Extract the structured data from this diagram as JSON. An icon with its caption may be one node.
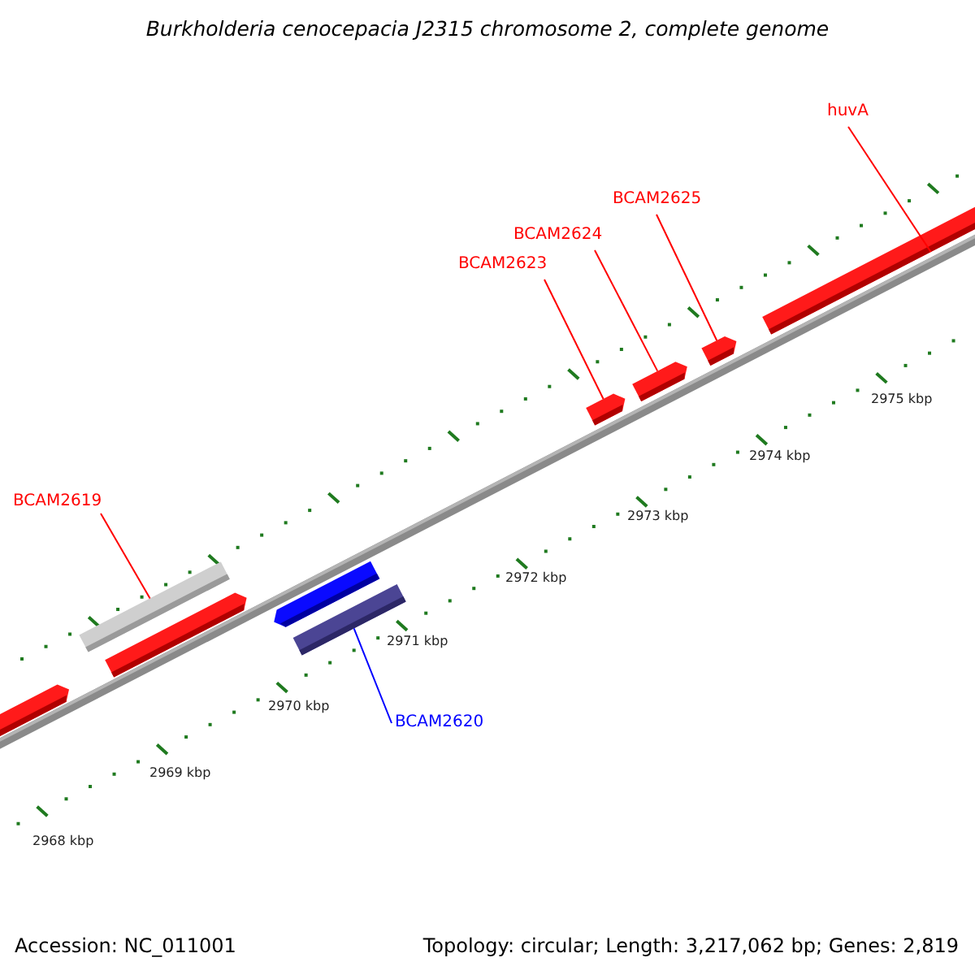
{
  "diagram": {
    "title": "Burkholderia cenocepacia J2315 chromosome 2, complete genome",
    "nodes": [
      {
        "text": [
          "huvA"
        ]
      },
      {
        "text": [
          "BCAM2625"
        ]
      },
      {
        "text": [
          "BCAM2624"
        ]
      },
      {
        "text": [
          "BCAM2623"
        ]
      },
      {
        "text": [
          "BCAM2619"
        ]
      },
      {
        "text": [
          "BCAM2620"
        ]
      },
      {
        "text": [],
        "shape": "bar"
      },
      {
        "text": [],
        "shape": "bar"
      },
      {
        "text": [],
        "shape": "bar"
      },
      {
        "text": [],
        "shape": "bar"
      },
      {
        "text": [],
        "shape": "bar"
      },
      {
        "text": [],
        "shape": "bar"
      },
      {
        "text": [],
        "shape": "bar"
      },
      {
        "text": [],
        "shape": "bar"
      },
      {
        "text": [],
        "shape": "bar"
      }
    ],
    "edges": [
      {
        "from": 0,
        "to": 14,
        "arrow": "none"
      },
      {
        "from": 1,
        "to": 13,
        "arrow": "none"
      },
      {
        "from": 2,
        "to": 12,
        "arrow": "none"
      },
      {
        "from": 3,
        "to": 11,
        "arrow": "none"
      },
      {
        "from": 4,
        "to": 7,
        "arrow": "none"
      },
      {
        "from": 5,
        "to": 10,
        "arrow": "none",
        "color": "#0000ff"
      }
    ],
    "labels": [
      "2975 kbp",
      "2974 kbp",
      "2973 kbp",
      "2972 kbp",
      "2971 kbp",
      "2970 kbp",
      "2969 kbp",
      "2968 kbp",
      "Accession: NC_011001",
      "Topology: circular; Length: 3,217,062 bp; Genes: 2,819"
    ]
  }
}
